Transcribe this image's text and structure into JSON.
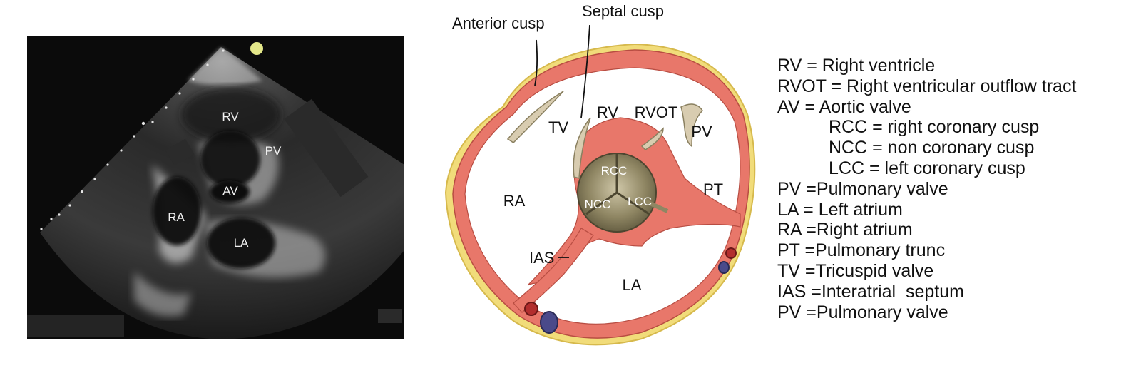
{
  "echo": {
    "labels": {
      "rv": "RV",
      "pv": "PV",
      "av": "AV",
      "ra": "RA",
      "la": "LA"
    }
  },
  "anatomy": {
    "callouts": {
      "anterior_cusp": "Anterior cusp",
      "septal_cusp": "Septal cusp",
      "ias": "IAS"
    },
    "chambers": {
      "tv": "TV",
      "rv": "RV",
      "rvot": "RVOT",
      "pv": "PV",
      "ra": "RA",
      "pt": "PT",
      "la": "LA"
    },
    "cusps": {
      "rcc": "RCC",
      "ncc": "NCC",
      "lcc": "LCC"
    },
    "colors": {
      "myocardium": "#e8776a",
      "fat": "#f1dc7a",
      "valve": "#8a8060",
      "cusp_highlight": "#c9c0a0"
    }
  },
  "legend": [
    {
      "abbr": "RV",
      "sep": " = ",
      "text": "Right ventricle",
      "indent": false
    },
    {
      "abbr": "RVOT",
      "sep": " = ",
      "text": "Right ventricular outflow tract",
      "indent": false
    },
    {
      "abbr": "AV",
      "sep": " = ",
      "text": "Aortic valve",
      "indent": false
    },
    {
      "abbr": "RCC",
      "sep": " = ",
      "text": "right coronary cusp",
      "indent": true
    },
    {
      "abbr": "NCC",
      "sep": " = ",
      "text": "non coronary cusp",
      "indent": true
    },
    {
      "abbr": "LCC",
      "sep": " = ",
      "text": "left coronary cusp",
      "indent": true
    },
    {
      "abbr": "PV",
      "sep": " =",
      "text": "Pulmonary valve",
      "indent": false
    },
    {
      "abbr": "LA",
      "sep": " = ",
      "text": "Left atrium",
      "indent": false
    },
    {
      "abbr": "RA",
      "sep": " =",
      "text": "Right atrium",
      "indent": false
    },
    {
      "abbr": "PT",
      "sep": " =",
      "text": "Pulmonary trunc",
      "indent": false
    },
    {
      "abbr": "TV",
      "sep": " =",
      "text": "Tricuspid valve",
      "indent": false
    },
    {
      "abbr": "IAS",
      "sep": " =",
      "text": "Interatrial  septum",
      "indent": false
    },
    {
      "abbr": "PV",
      "sep": " =",
      "text": "Pulmonary valve",
      "indent": false
    }
  ]
}
